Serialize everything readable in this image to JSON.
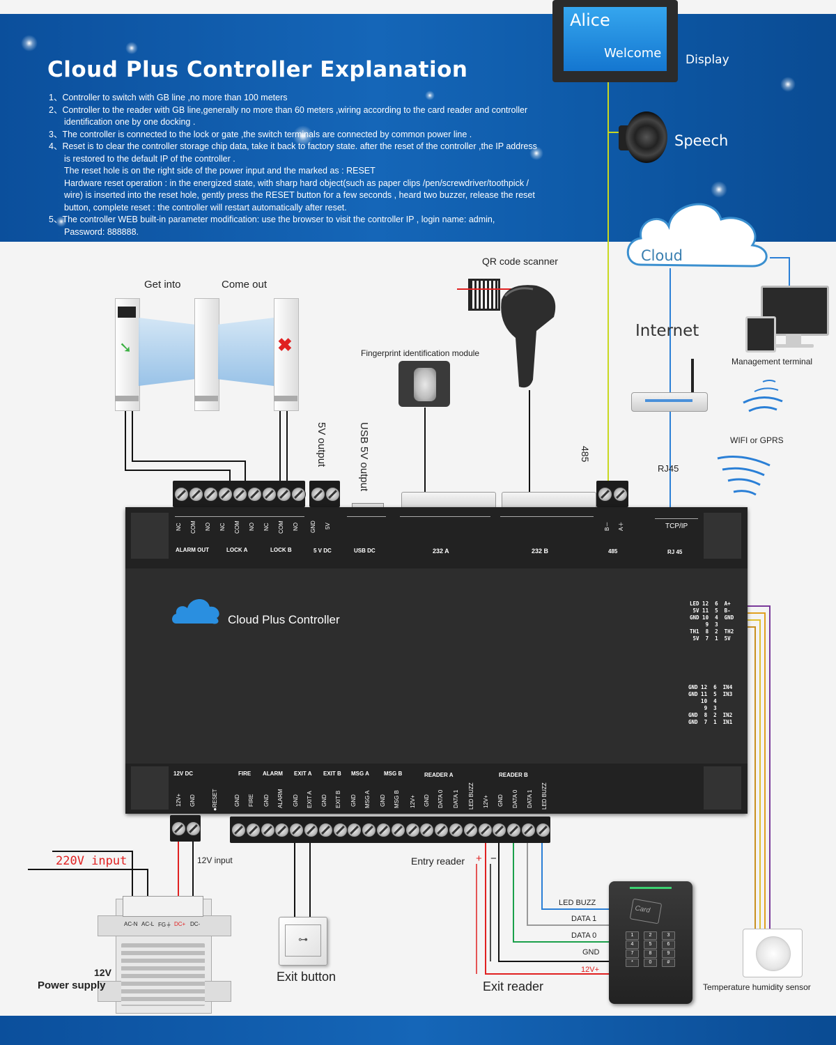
{
  "title": "Cloud Plus Controller Explanation",
  "notes": [
    "1、Controller to switch with GB line ,no more than 100 meters",
    "2、Controller to the reader with GB line,generally no more than 60 meters ,wiring according to the card reader and  controller",
    "identification one by one docking .",
    "3、The controller is connected to the lock or gate ,the switch terminals are connected by common power line .",
    "4、Reset is to clear the controller  storage chip data, take it back to factory state. after the reset of the controller ,the  IP address",
    "is restored to the default IP of the controller .",
    "The reset hole is on the right side of the power input and the marked as : RESET",
    "Hardware reset operation : in the energized state, with sharp hard object(such as paper  clips /pen/screwdriver/toothpick /",
    "wire) is inserted into the reset hole, gently press the RESET button for a few seconds , heard two buzzer, release  the reset",
    "button, complete reset : the controller will restart automatically after reset.",
    "5、The controller WEB built-in parameter modification: use the browser to visit the controller IP , login name: admin,",
    "Password: 888888."
  ],
  "display": {
    "line1": "Alice",
    "line2": "Welcome",
    "label": "Display"
  },
  "speech": "Speech",
  "cloud": "Cloud",
  "internet": "Internet",
  "management": "Management  terminal",
  "wifi": "WIFI or GPRS",
  "rj45_label": "RJ45",
  "label_485": "485",
  "qr": "QR code scanner",
  "fingerprint": "Fingerprint  identification  module",
  "gate": {
    "get_into": "Get into",
    "come_out": "Come out"
  },
  "out5v": "5V output",
  "usb5v": "USB 5V output",
  "controller_name": "Cloud Plus Controller",
  "top_groups": {
    "alarm_out": "ALARM  OUT",
    "lock_a": "LOCK  A",
    "lock_b": "LOCK  B",
    "v5dc": "5 V DC",
    "usbdc": "USB DC",
    "r232a": "232  A",
    "r232b": "232  B",
    "p485": "485",
    "rj45": "RJ 45",
    "tcpip": "TCP/IP"
  },
  "top_pins": [
    "NC",
    "COM",
    "NO",
    "NC",
    "COM",
    "NO",
    "NC",
    "COM",
    "NO",
    "GND",
    "5V"
  ],
  "pins_485": [
    "B－",
    "A＋"
  ],
  "right_pins_top": "LED 12  6  A+\n 5V 11  5  B-\nGND 10  4  GND\n     9  3\nTH1  8  2  TH2\n 5V  7  1  5V",
  "right_pins_bottom": "GND 12  6  IN4\nGND 11  5  IN3\n    10  4\n     9  3\nGND  8  2  IN2\nGND  7  1  IN1",
  "bottom_groups": {
    "v12dc": "12V  DC",
    "fire": "FIRE",
    "alarm": "ALARM",
    "exit_a": "EXIT  A",
    "exit_b": "EXIT  B",
    "msg_a": "MSG  A",
    "msg_b": "MSG B",
    "reader_a": "READER  A",
    "reader_b": "READER  B"
  },
  "bottom_pins": [
    "12V+",
    "GND",
    "●RESET",
    "GND",
    "FIRE",
    "GND",
    "ALARM",
    "GND",
    "EXIT A",
    "GND",
    "EXIT B",
    "GND",
    "MSG A",
    "GND",
    "MSG B",
    "12V+",
    "GND",
    "DATA 0",
    "DATA 1",
    "LED BUZZ",
    "12V+",
    "GND",
    "DATA 0",
    "DATA 1",
    "LED BUZZ"
  ],
  "input_220": "220V input",
  "input_12": "12V input",
  "psu_terms": [
    "AC-N",
    "AC-L",
    "FG⏚",
    "DC+",
    "DC-"
  ],
  "psu_label_1": "12V",
  "psu_label_2": "Power supply",
  "exit_button": "Exit button",
  "entry_reader": "Entry reader",
  "plus": "+",
  "minus": "−",
  "exit_reader": "Exit reader",
  "card": "Card",
  "reader_wires": [
    "LED  BUZZ",
    "DATA  1",
    "DATA  0",
    "GND",
    "12V+"
  ],
  "keypad": [
    "1",
    "2",
    "3",
    "4",
    "5",
    "6",
    "7",
    "8",
    "9",
    "*",
    "0",
    "#"
  ],
  "temp_sensor": "Temperature humidity sensor",
  "colors": {
    "header_blue": "#1566b8",
    "controller": "#2b2b2b",
    "wire_red": "#e02020",
    "wire_green": "#1aa04a",
    "wire_blue": "#2a7fd6",
    "wire_yellow": "#c8d820"
  }
}
